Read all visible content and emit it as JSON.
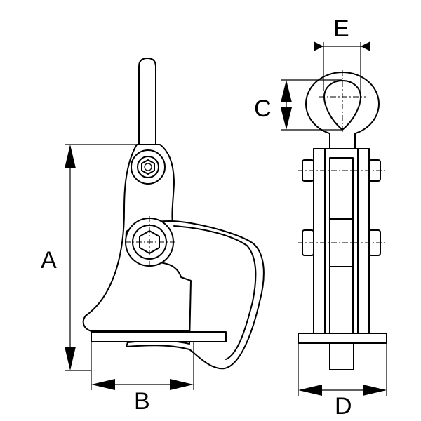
{
  "diagram": {
    "colors": {
      "line": "#000000",
      "background": "#ffffff"
    },
    "dimensions": {
      "a": "A",
      "b": "B",
      "c": "C",
      "d": "D",
      "e": "E"
    }
  }
}
